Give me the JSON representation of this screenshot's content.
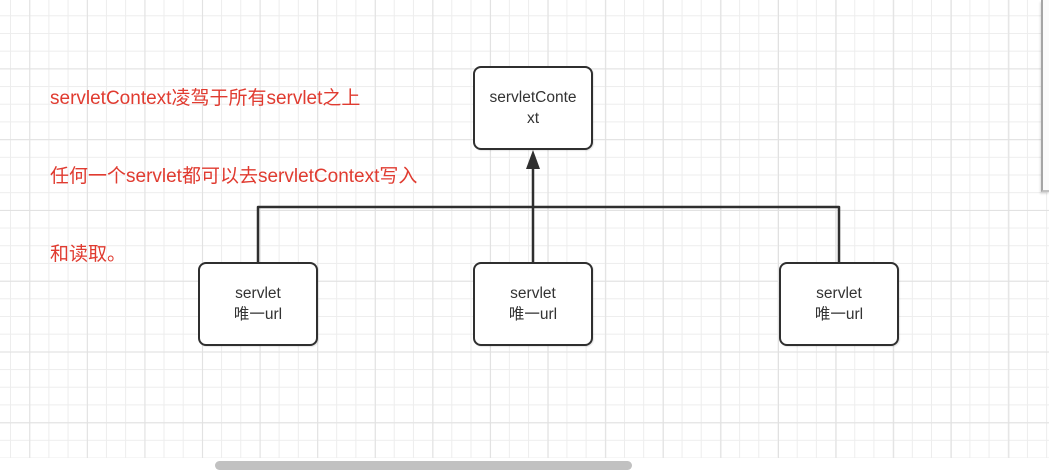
{
  "canvas": {
    "background_color": "#ffffff",
    "grid_minor_color": "#ededed",
    "grid_major_color": "#e1e1e1"
  },
  "annotation": {
    "color": "#e03b30",
    "lines": [
      "servletContext凌驾于所有servlet之上",
      "任何一个servlet都可以去servletContext写入",
      "和读取。"
    ]
  },
  "diagram": {
    "stroke_color": "#2f2f2f",
    "node_fill": "#ffffff",
    "node_text_color": "#333333",
    "nodes": [
      {
        "id": "servlet-context",
        "lines": [
          "servletConte",
          "xt"
        ]
      },
      {
        "id": "servlet-1",
        "lines": [
          "servlet",
          "唯一url"
        ]
      },
      {
        "id": "servlet-2",
        "lines": [
          "servlet",
          "唯一url"
        ]
      },
      {
        "id": "servlet-3",
        "lines": [
          "servlet",
          "唯一url"
        ]
      }
    ]
  },
  "scrollbar": {
    "thumb_color": "#c1c1c1"
  }
}
